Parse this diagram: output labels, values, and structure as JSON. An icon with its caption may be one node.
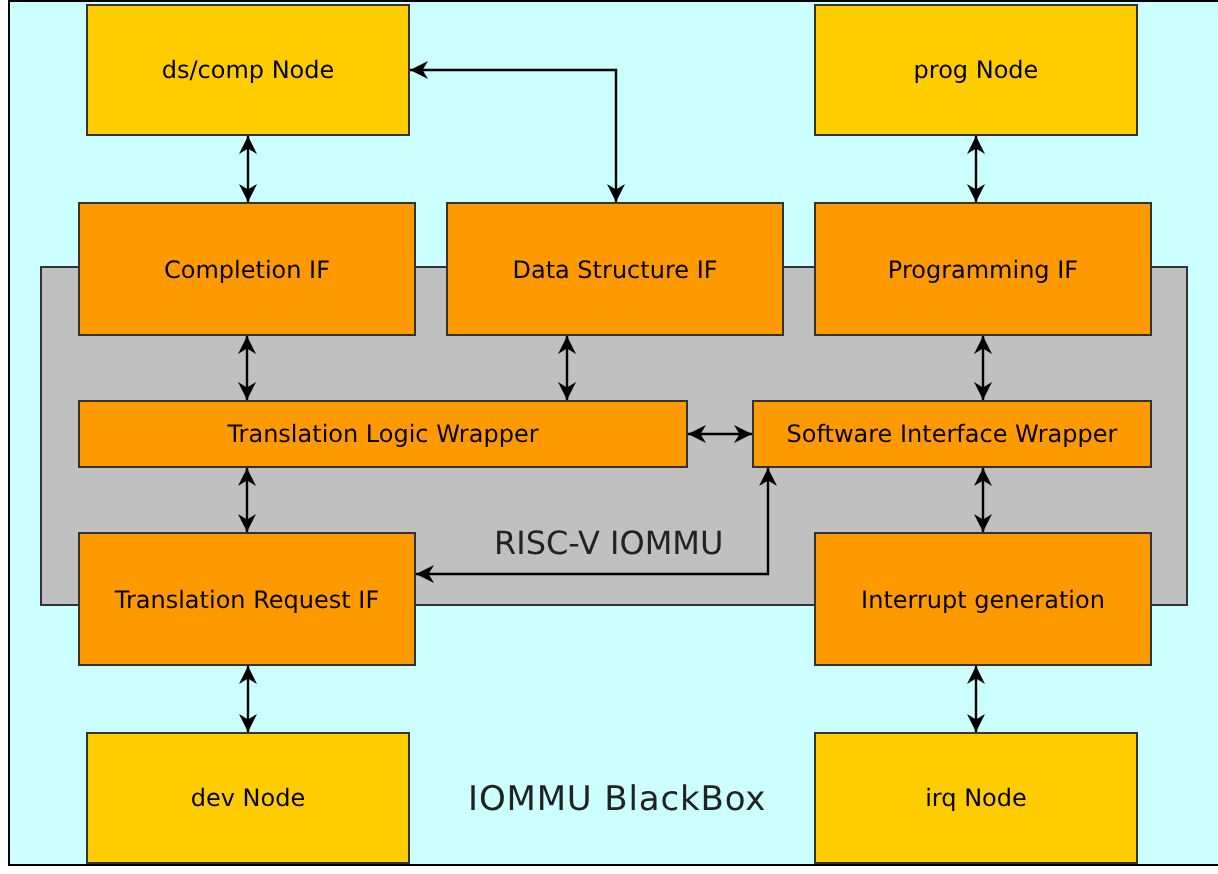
{
  "diagram": {
    "nodes": [
      {
        "text": [
          "IOMMU BlackBox"
        ]
      },
      {
        "text": [
          "ds/comp Node"
        ],
        "in": 0
      },
      {
        "text": [
          "prog Node"
        ],
        "in": 0
      },
      {
        "text": [
          "RISC-V IOMMU"
        ],
        "in": 0
      },
      {
        "text": [
          "Completion IF"
        ],
        "in": 0
      },
      {
        "text": [
          "Data Structure IF"
        ],
        "in": 0
      },
      {
        "text": [
          "Programming IF"
        ],
        "in": 0
      },
      {
        "text": [
          "Translation Logic Wrapper"
        ],
        "in": 3
      },
      {
        "text": [
          "Software Interface Wrapper"
        ],
        "in": 3
      },
      {
        "text": [
          "Translation Request IF"
        ],
        "in": 0
      },
      {
        "text": [
          "Interrupt generation"
        ],
        "in": 0
      },
      {
        "text": [
          "dev Node"
        ],
        "in": 0
      },
      {
        "text": [
          "irq Node"
        ],
        "in": 0
      }
    ],
    "edges": [
      {
        "from": 1,
        "to": 4,
        "arrow": "both"
      },
      {
        "from": 1,
        "to": 5,
        "arrow": "both"
      },
      {
        "from": 2,
        "to": 6,
        "arrow": "both"
      },
      {
        "from": 4,
        "to": 7,
        "arrow": "both"
      },
      {
        "from": 5,
        "to": 7,
        "arrow": "both"
      },
      {
        "from": 6,
        "to": 8,
        "arrow": "both"
      },
      {
        "from": 7,
        "to": 8,
        "arrow": "both"
      },
      {
        "from": 7,
        "to": 9,
        "arrow": "both"
      },
      {
        "from": 8,
        "to": 9,
        "arrow": "both"
      },
      {
        "from": 8,
        "to": 10,
        "arrow": "both"
      },
      {
        "from": 9,
        "to": 11,
        "arrow": "both"
      },
      {
        "from": 10,
        "to": 12,
        "arrow": "both"
      }
    ]
  }
}
